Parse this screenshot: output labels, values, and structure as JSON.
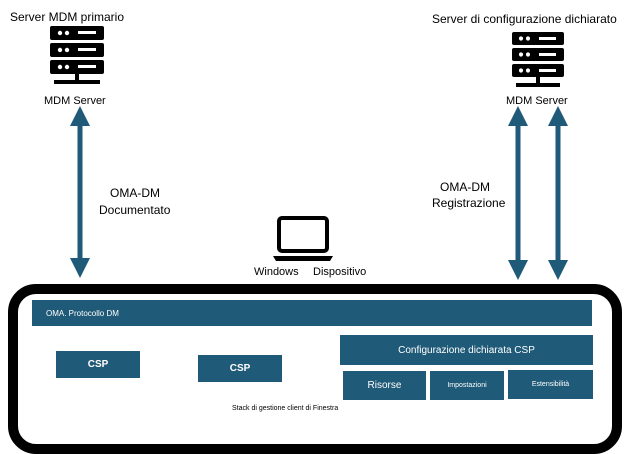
{
  "primary_server": {
    "title": "Server MDM primario",
    "label": "MDM Server"
  },
  "config_server": {
    "title": "Server di configurazione dichiarato",
    "label": "MDM Server"
  },
  "left_connection": {
    "line1": "OMA-DM",
    "line2": "Documentato"
  },
  "right_connection": {
    "line1": "OMA-DM",
    "line2": "Registrazione"
  },
  "device": {
    "label_os": "Windows",
    "label_device": "Dispositivo"
  },
  "stack": {
    "protocol_bar": "OMA. Protocollo DM",
    "csp_1": "CSP",
    "csp_2": "CSP",
    "declared_config_csp": "Configurazione dichiarata CSP",
    "resources": "Risorse",
    "settings": "Impostazioni",
    "extensibility": "Estensibilità",
    "caption": "Stack di gestione client di Finestra"
  },
  "colors": {
    "accent": "#1f5a78",
    "frame": "#000000",
    "background": "#ffffff"
  },
  "icons": {
    "server": "server-rack-icon",
    "device": "laptop-icon",
    "connection": "double-headed-arrow"
  }
}
